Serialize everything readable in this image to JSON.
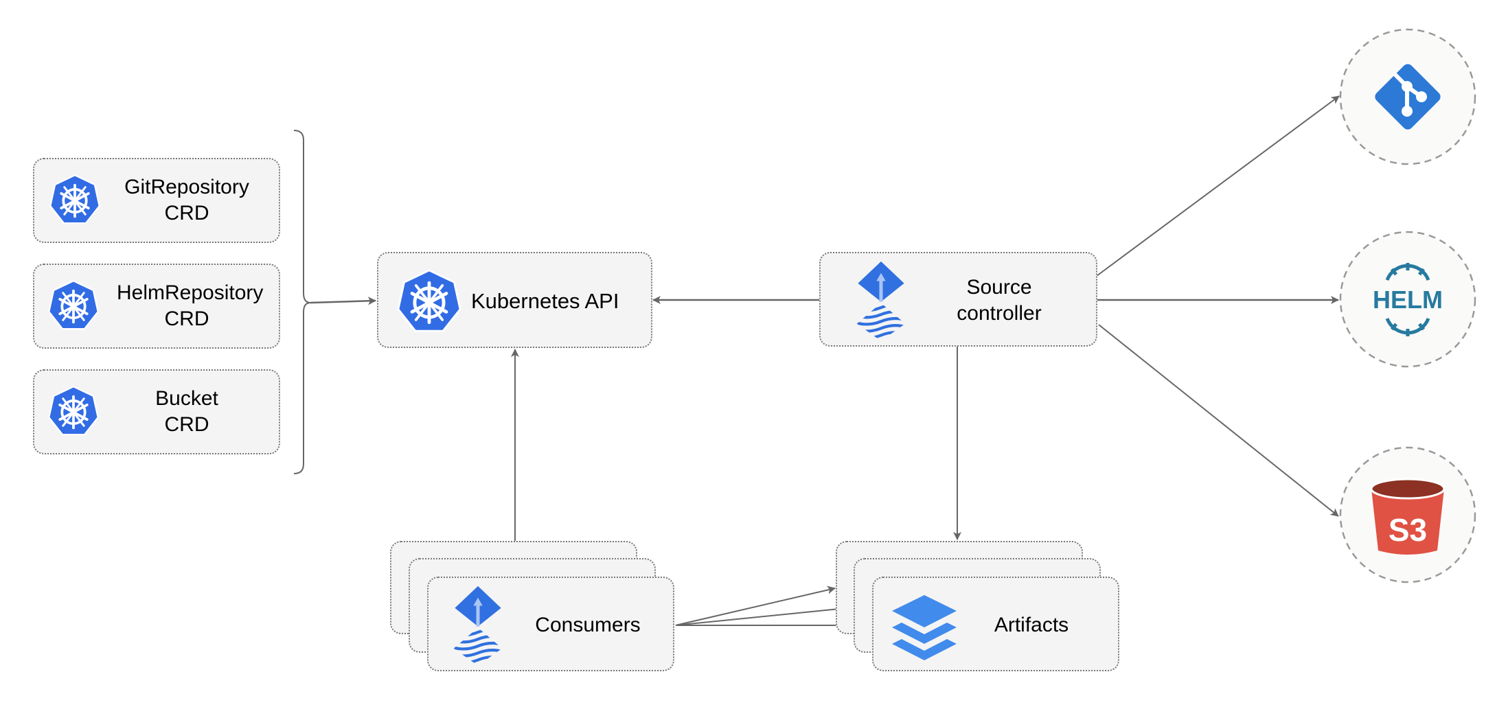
{
  "crds": [
    {
      "line1": "GitRepository",
      "line2": "CRD"
    },
    {
      "line1": "HelmRepository",
      "line2": "CRD"
    },
    {
      "line1": "Bucket",
      "line2": "CRD"
    }
  ],
  "kubernetes_api": {
    "label": "Kubernetes API"
  },
  "source_controller": {
    "line1": "Source",
    "line2": "controller"
  },
  "consumers": {
    "label": "Consumers"
  },
  "artifacts": {
    "label": "Artifacts"
  },
  "external_sources": [
    {
      "icon": "git-icon"
    },
    {
      "icon": "helm-icon",
      "text": "HELM"
    },
    {
      "icon": "s3-bucket-icon",
      "text": "S3"
    }
  ],
  "colors": {
    "kubernetes_blue": "#326ce5",
    "flux_blue": "#3070e0",
    "artifact_blue": "#418bec",
    "git_blue": "#2c7ad6",
    "helm_teal": "#277a9f",
    "s3_red": "#e05243",
    "s3_dark": "#8c3123",
    "box_fill": "#f4f4f4",
    "arrow": "#666666"
  }
}
